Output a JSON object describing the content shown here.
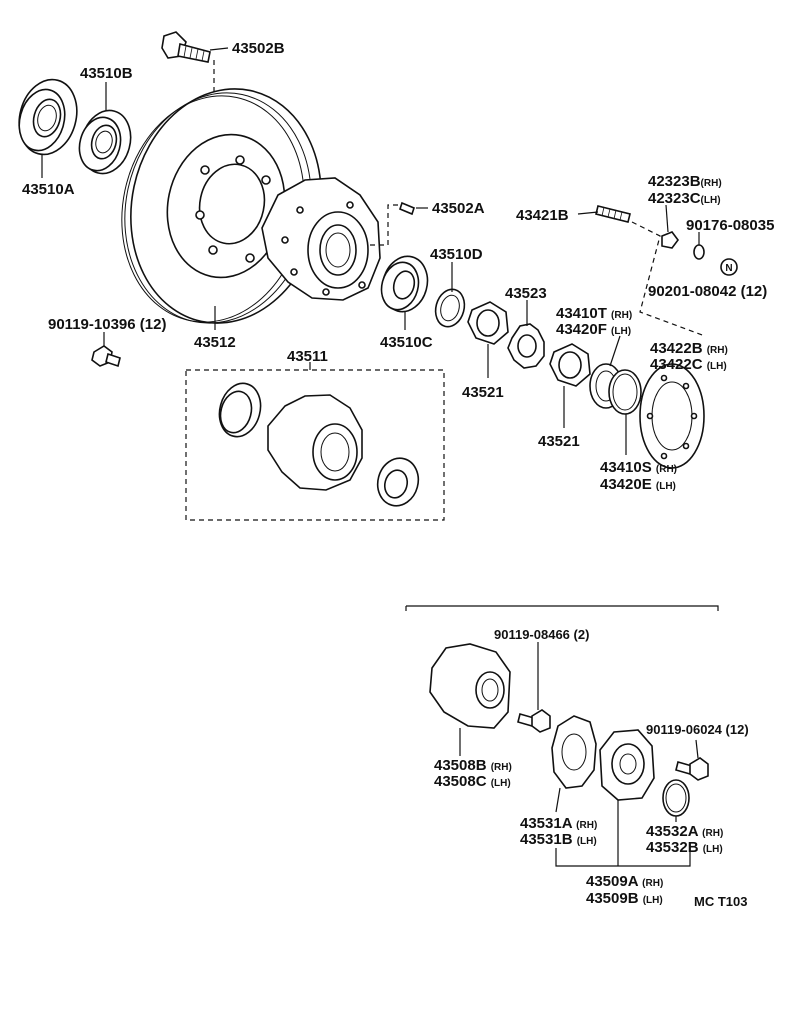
{
  "figure_code": "MC T103",
  "parts": [
    {
      "code": "43502B"
    },
    {
      "code": "43510B"
    },
    {
      "code": "43510A"
    },
    {
      "code": "43502A"
    },
    {
      "code": "43510D"
    },
    {
      "code": "43510C"
    },
    {
      "code": "43512"
    },
    {
      "code": "90119-10396",
      "qty": "(12)"
    },
    {
      "code": "43511"
    },
    {
      "code": "43523"
    },
    {
      "code": "43521"
    },
    {
      "code": "43521"
    },
    {
      "code": "43421B"
    },
    {
      "code": "42323B",
      "side": "(RH)"
    },
    {
      "code": "42323C",
      "side": "(LH)"
    },
    {
      "code": "90176-08035"
    },
    {
      "code": "90201-08042",
      "qty": "(12)"
    },
    {
      "code": "43410T",
      "side": "(RH)"
    },
    {
      "code": "43420F",
      "side": "(LH)"
    },
    {
      "code": "43422B",
      "side": "(RH)"
    },
    {
      "code": "43422C",
      "side": "(LH)"
    },
    {
      "code": "43410S",
      "side": "(RH)"
    },
    {
      "code": "43420E",
      "side": "(LH)"
    },
    {
      "code": "90119-08466",
      "qty": "(2)"
    },
    {
      "code": "90119-06024",
      "qty": "(12)"
    },
    {
      "code": "43508B",
      "side": "(RH)"
    },
    {
      "code": "43508C",
      "side": "(LH)"
    },
    {
      "code": "43531A",
      "side": "(RH)"
    },
    {
      "code": "43531B",
      "side": "(LH)"
    },
    {
      "code": "43532A",
      "side": "(RH)"
    },
    {
      "code": "43532B",
      "side": "(LH)"
    },
    {
      "code": "43509A",
      "side": "(RH)"
    },
    {
      "code": "43509B",
      "side": "(LH)"
    }
  ],
  "nut_symbol": "N"
}
